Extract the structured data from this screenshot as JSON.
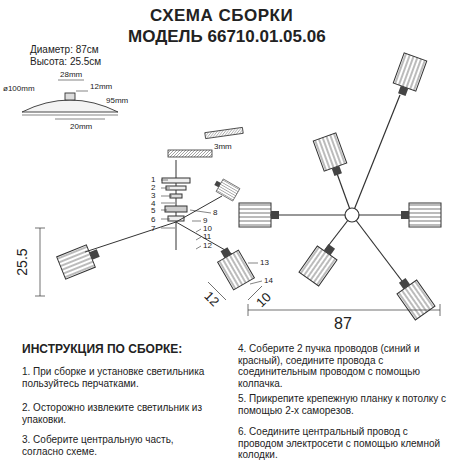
{
  "diagram": {
    "title": "СХЕМА СБОРКИ",
    "labels": [
      "МОДЕЛЬ 66710.01.05.06",
      "Диаметр: 87см",
      "Высота: 25.5см",
      "28mm",
      "12mm",
      "ø100mm",
      "95mm",
      "20mm",
      "3mm",
      "1",
      "2",
      "3",
      "4",
      "5",
      "6",
      "7",
      "8",
      "9",
      "10",
      "11",
      "12",
      "13",
      "14",
      "25.5",
      "12",
      "10",
      "87",
      "ИНСТРУКЦИЯ ПО СБОРКЕ:",
      "1. При сборке и установке светильника пользуйтесь перчатками.",
      "2. Осторожно извлеките светильник из упаковки.",
      "3. Соберите центральную часть, согласно схеме.",
      "4. Соберите 2 пучка проводов (синий и красный), соедините провода с соединительным проводом с помощью колпачка.",
      "5. Прикрепите крепежную планку к потолку с помощью 2-х саморезов.",
      "6. Соедините центральный провод с проводом электросети с помощью клемной колодки."
    ]
  }
}
